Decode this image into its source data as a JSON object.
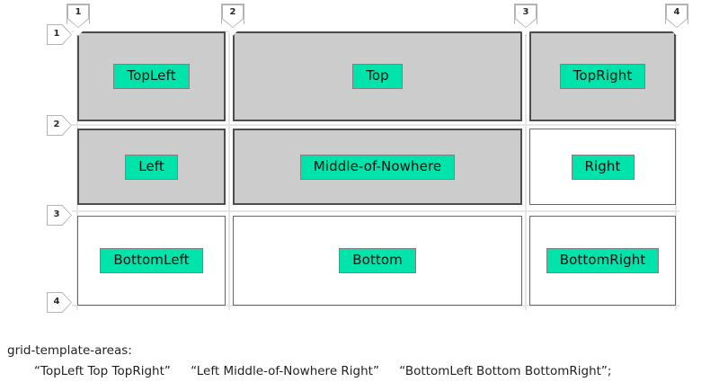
{
  "diagram": {
    "type": "css-grid-template-areas-overlay",
    "column_line_numbers": [
      "1",
      "2",
      "3",
      "4"
    ],
    "row_line_numbers": [
      "1",
      "2",
      "3",
      "4"
    ],
    "colors": {
      "filled_cell_background": "#cccccc",
      "filled_cell_border": "#4d4d4d",
      "empty_cell_background": "#ffffff",
      "empty_cell_border": "#666666",
      "area_label_background": "#00e3ab",
      "area_label_border": "#808080",
      "gridline": "#e6e6e6",
      "marker_border": "#b3b3b3",
      "text": "#222222"
    },
    "cells": [
      {
        "label": "TopLeft",
        "row": 1,
        "col": 1,
        "filled": true
      },
      {
        "label": "Top",
        "row": 1,
        "col": 2,
        "filled": true
      },
      {
        "label": "TopRight",
        "row": 1,
        "col": 3,
        "filled": true
      },
      {
        "label": "Left",
        "row": 2,
        "col": 1,
        "filled": true
      },
      {
        "label": "Middle-of-Nowhere",
        "row": 2,
        "col": 2,
        "filled": true
      },
      {
        "label": "Right",
        "row": 2,
        "col": 3,
        "filled": false
      },
      {
        "label": "BottomLeft",
        "row": 3,
        "col": 1,
        "filled": false
      },
      {
        "label": "Bottom",
        "row": 3,
        "col": 2,
        "filled": false
      },
      {
        "label": "BottomRight",
        "row": 3,
        "col": 3,
        "filled": false
      }
    ]
  },
  "caption": {
    "property": "grid-template-areas:",
    "row_strings": [
      "“TopLeft Top TopRight”",
      "“Left Middle-of-Nowhere Right”",
      "“BottomLeft Bottom BottomRight”;"
    ]
  }
}
